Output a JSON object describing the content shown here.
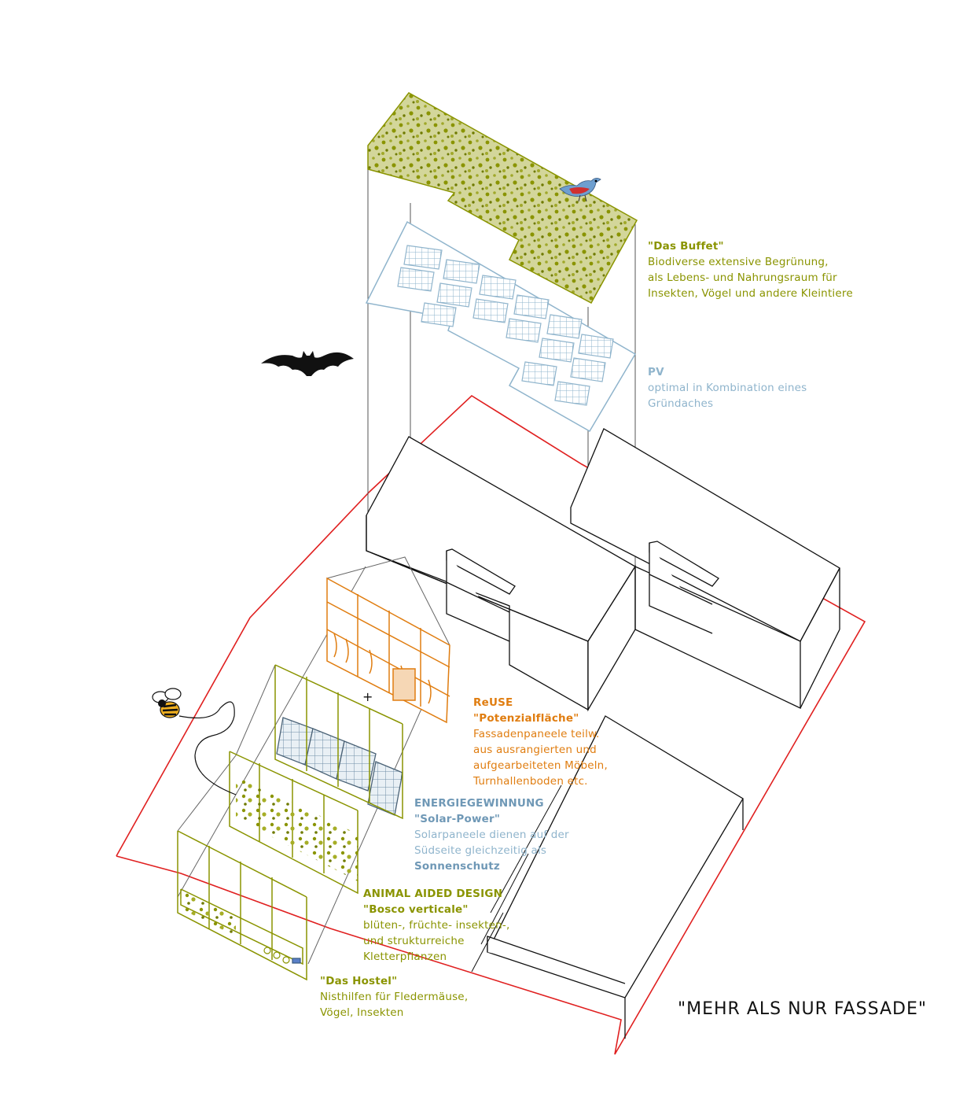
{
  "labels": {
    "buffet": {
      "title": "\"Das Buffet\"",
      "lines": [
        "Biodiverse extensive Begrünung,",
        "als Lebens- und Nahrungsraum für",
        "Insekten, Vögel und andere Kleintiere"
      ]
    },
    "pv": {
      "title": "PV",
      "lines": [
        "optimal in Kombination eines",
        "Gründaches"
      ]
    },
    "reuse": {
      "title1": "ReUSE",
      "title2": "\"Potenzialfläche\"",
      "lines": [
        "Fassadenpaneele teilw.",
        "aus ausrangierten und",
        "aufgearbeiteten Möbeln,",
        "Turnhallenboden etc."
      ]
    },
    "energy": {
      "title1": "ENERGIEGEWINNUNG",
      "title2": "\"Solar-Power\"",
      "lines": [
        "Solarpaneele dienen auf der",
        "Südseite gleichzeitig als"
      ],
      "bold_line": "Sonnenschutz"
    },
    "animal": {
      "title1": "ANIMAL AIDED DESIGN",
      "title2": "\"Bosco verticale\"",
      "lines": [
        "blüten-, früchte- insekten-,",
        "und strukturreiche",
        "Kletterpflanzen"
      ]
    },
    "hostel": {
      "title": "\"Das Hostel\"",
      "lines": [
        "Nisthilfen für Fledermäuse,",
        "Vögel, Insekten"
      ]
    }
  },
  "main_title": "\"MEHR ALS NUR FASSADE\"",
  "colors": {
    "green": "#8a9400",
    "blue": "#8fb4cc",
    "orange": "#e07d10",
    "red": "#e02020",
    "black": "#111111"
  },
  "icons": [
    "bird-icon",
    "bat-icon",
    "bee-icon"
  ]
}
